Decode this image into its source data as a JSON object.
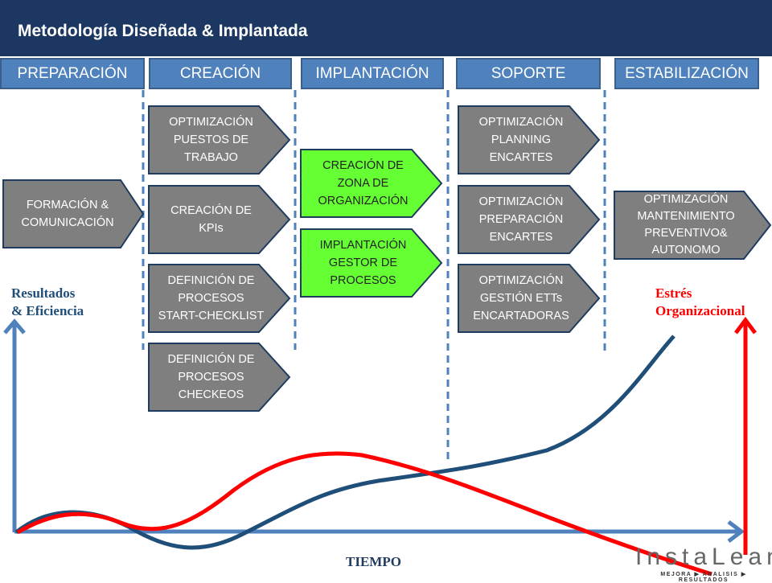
{
  "title": "Metodología Diseñada & Implantada",
  "phases": [
    "PREPARACIÓN",
    "CREACIÓN",
    "IMPLANTACIÓN",
    "SOPORTE",
    "ESTABILIZACIÓN"
  ],
  "boxes": {
    "formacion": "FORMACIÓN &\nCOMUNICACIÓN",
    "c1": "OPTIMIZACIÓN\nPUESTOS DE\nTRABAJO",
    "c2": "CREACIÓN DE\nKPIs",
    "c3": "DEFINICIÓN DE\nPROCESOS\nSTART-CHECKLIST",
    "c4": "DEFINICIÓN DE\nPROCESOS\nCHECKEOS",
    "i1": "CREACIÓN DE\nZONA DE\nORGANIZACIÓN",
    "i2": "IMPLANTACIÓN\nGESTOR DE\nPROCESOS",
    "s1": "OPTIMIZACIÓN\nPLANNING\nENCARTES",
    "s2": "OPTIMIZACIÓN\nPREPARACIÓN\nENCARTES",
    "s3": "OPTIMIZACIÓN\nGESTIÓN ETTs\nENCARTADORAS",
    "e1": "OPTIMIZACIÓN\nMANTENIMIENTO\nPREVENTIVO&\nAUTONOMO"
  },
  "axis": {
    "left_label": "Resultados\n& Eficiencia",
    "right_label": "Estrés\nOrganizacional",
    "x_label": "TIEMPO"
  },
  "logo": {
    "name": "InstaLean",
    "tagline": "MEJORA ▶ ANALISIS ▶ RESULTADOS"
  },
  "colors": {
    "header": "#1c3862",
    "tab": "#4f81bd",
    "gray_box": "#7f7f7f",
    "green_box": "#66ff33",
    "results": "#1f4e79",
    "stress": "#ff0000"
  }
}
